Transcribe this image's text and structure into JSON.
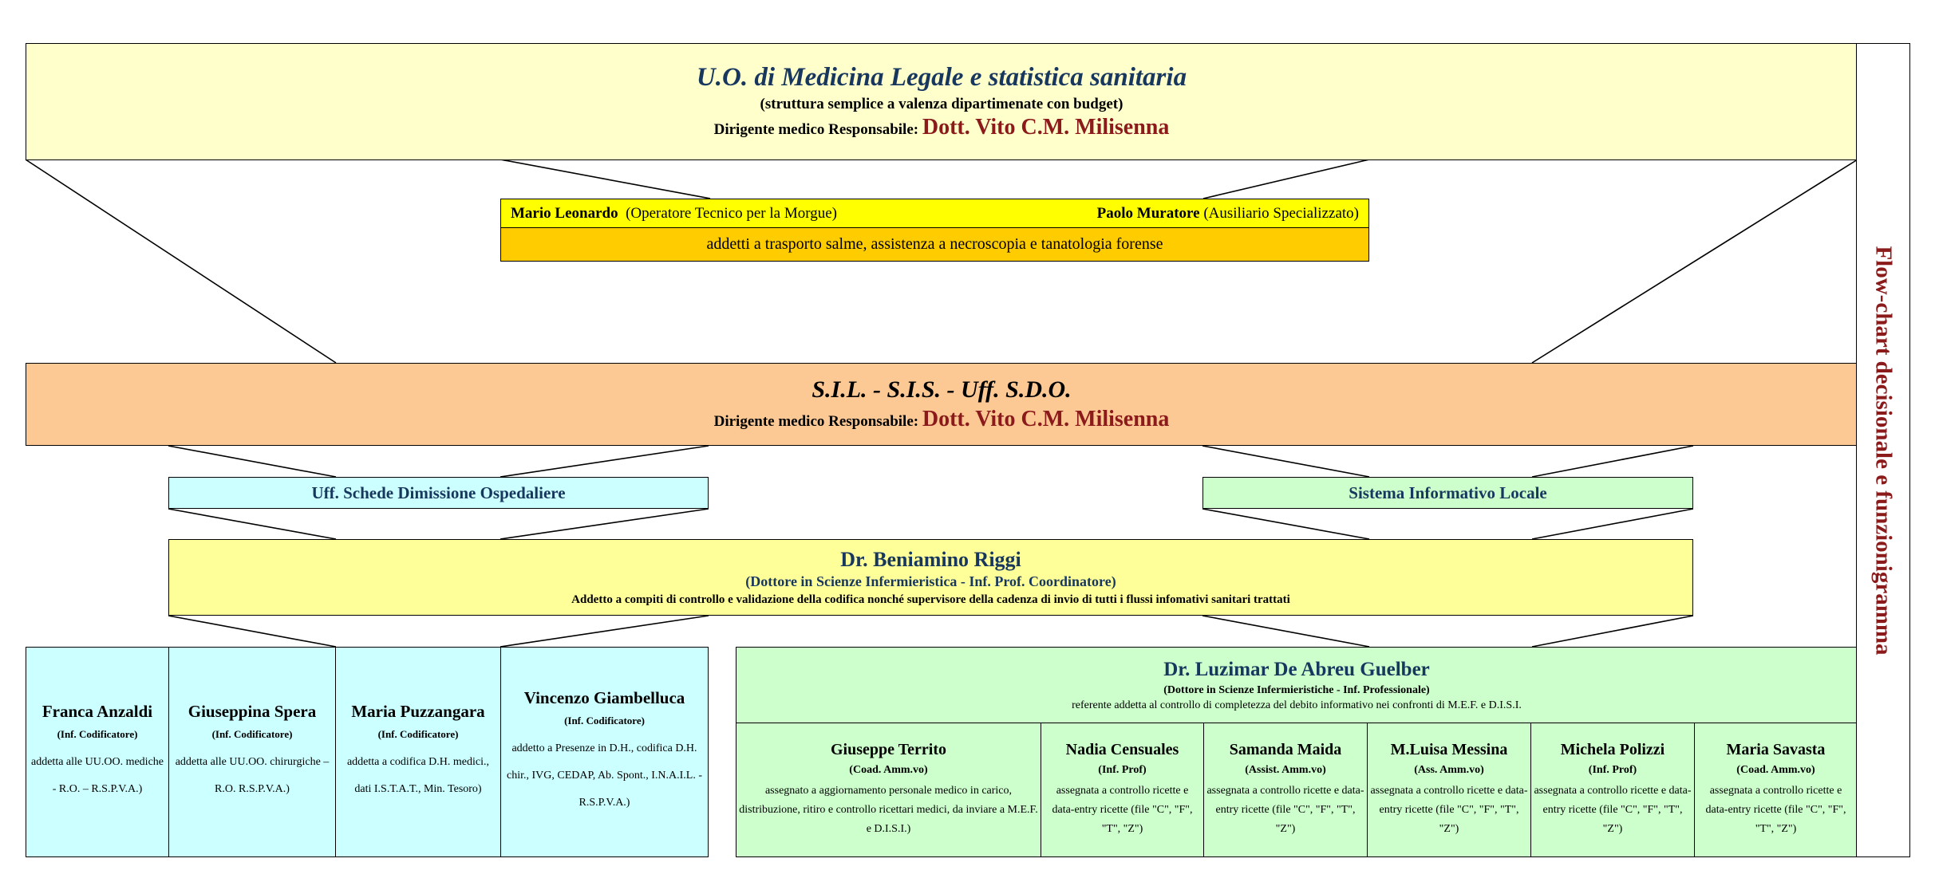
{
  "uo": {
    "title": "U.O. di Medicina Legale e statistica sanitaria",
    "subtitle": "(struttura semplice a valenza dipartimenate con budget)",
    "resp_label": "Dirigente medico Responsabile:",
    "resp_name": "Dott. Vito C.M. Milisenna"
  },
  "morgue": {
    "person1_name": "Mario Leonardo",
    "person1_role": "(Operatore  Tecnico per la Morgue)",
    "person2_name": "Paolo Muratore",
    "person2_role": "(Ausiliario Specializzato)",
    "duties": "addetti a trasporto salme, assistenza a necroscopia e tanatologia forense"
  },
  "sil": {
    "title": "S.I.L. - S.I.S. - Uff. S.D.O.",
    "resp_label": "Dirigente medico Responsabile:",
    "resp_name": "Dott. Vito C.M. Milisenna"
  },
  "offices": {
    "sdo": "Uff. Schede Dimissione Ospedaliere",
    "sil": "Sistema Informativo Locale"
  },
  "coordinator": {
    "name": "Dr. Beniamino Riggi",
    "role": "(Dottore in Scienze Infermieristica - Inf. Prof. Coordinatore)",
    "desc": "Addetto a compiti di controllo e validazione della codifica nonché supervisore della cadenza di invio di tutti i flussi infomativi sanitari trattati"
  },
  "coders": [
    {
      "name": "Franca Anzaldi",
      "role": "(Inf. Codificatore)",
      "desc": "addetta alle UU.OO. mediche - R.O. – R.S.P.V.A.)"
    },
    {
      "name": "Giuseppina Spera",
      "role": "(Inf. Codificatore)",
      "desc": "addetta alle UU.OO. chirurgiche – R.O. R.S.P.V.A.)"
    },
    {
      "name": "Maria Puzzangara",
      "role": "(Inf. Codificatore)",
      "desc": "addetta a codifica D.H. medici., dati I.S.T.A.T., Min. Tesoro)"
    },
    {
      "name": "Vincenzo Giambelluca",
      "role": "(Inf. Codificatore)",
      "desc": "addetto a  Presenze in D.H., codifica D.H. chir., IVG, CEDAP, Ab. Spont., I.N.A.I.L. - R.S.P.V.A.)"
    }
  ],
  "referent": {
    "name": "Dr. Luzimar De Abreu Guelber",
    "role": "(Dottore in Scienze Infermieristiche - Inf. Professionale)",
    "desc": "referente addetta al controllo di completezza del debito informativo nei confronti di  M.E.F. e D.I.S.I."
  },
  "staff": [
    {
      "name": "Giuseppe Territo",
      "role": "(Coad. Amm.vo)",
      "desc": "assegnato a aggiornamento personale medico in carico, distribuzione, ritiro e controllo ricettari medici, da inviare a M.E.F. e D.I.S.I.)"
    },
    {
      "name": "Nadia Censuales",
      "role": "(Inf. Prof)",
      "desc": "assegnata a controllo ricette e data-entry ricette (file \"C\", \"F\", \"T\", \"Z\")"
    },
    {
      "name": "Samanda Maida",
      "role": "(Assist. Amm.vo)",
      "desc": "assegnata a controllo ricette e data-entry ricette (file \"C\", \"F\", \"T\", \"Z\")"
    },
    {
      "name": "M.Luisa Messina",
      "role": "(Ass. Amm.vo)",
      "desc": "assegnata a controllo ricette e data-entry ricette (file \"C\", \"F\", \"T\", \"Z\")"
    },
    {
      "name": "Michela Polizzi",
      "role": "(Inf. Prof)",
      "desc": "assegnata a controllo ricette e data-entry ricette (file \"C\", \"F\", \"T\", \"Z\")"
    },
    {
      "name": "Maria Savasta",
      "role": "(Coad. Amm.vo)",
      "desc": "assegnata a controllo ricette e data-entry ricette (file \"C\", \"F\", \"T\", \"Z\")"
    }
  ],
  "side_label": "Flow-chart decisionale e funzionigramma",
  "colors": {
    "uo_bg": "#ffffcc",
    "morgue_names_bg": "#ffff00",
    "morgue_duties_bg": "#ffcc00",
    "sil_bg": "#fcc995",
    "sdo_bg": "#ccffff",
    "sil_office_bg": "#ccffcc",
    "coordinator_bg": "#ffff99",
    "title_blue": "#17375e",
    "name_red": "#8b1a1a"
  }
}
